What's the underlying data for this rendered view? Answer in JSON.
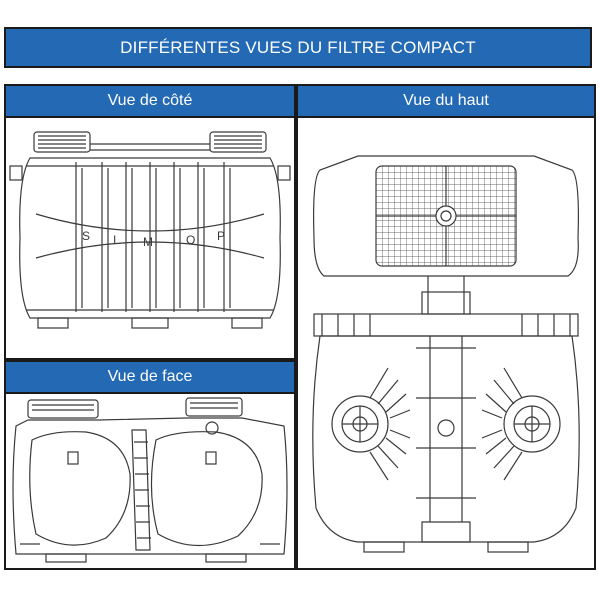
{
  "title": "DIFFÉRENTES VUES DU FILTRE COMPACT",
  "panels": {
    "side": {
      "label": "Vue de côté",
      "brand_letters": [
        "S",
        "I",
        "M",
        "O",
        "P"
      ]
    },
    "top": {
      "label": "Vue du haut"
    },
    "front": {
      "label": "Vue de face"
    }
  },
  "colors": {
    "header_blue": "#2369b4",
    "border": "#1a1a1a",
    "line": "#3a3a3a"
  }
}
